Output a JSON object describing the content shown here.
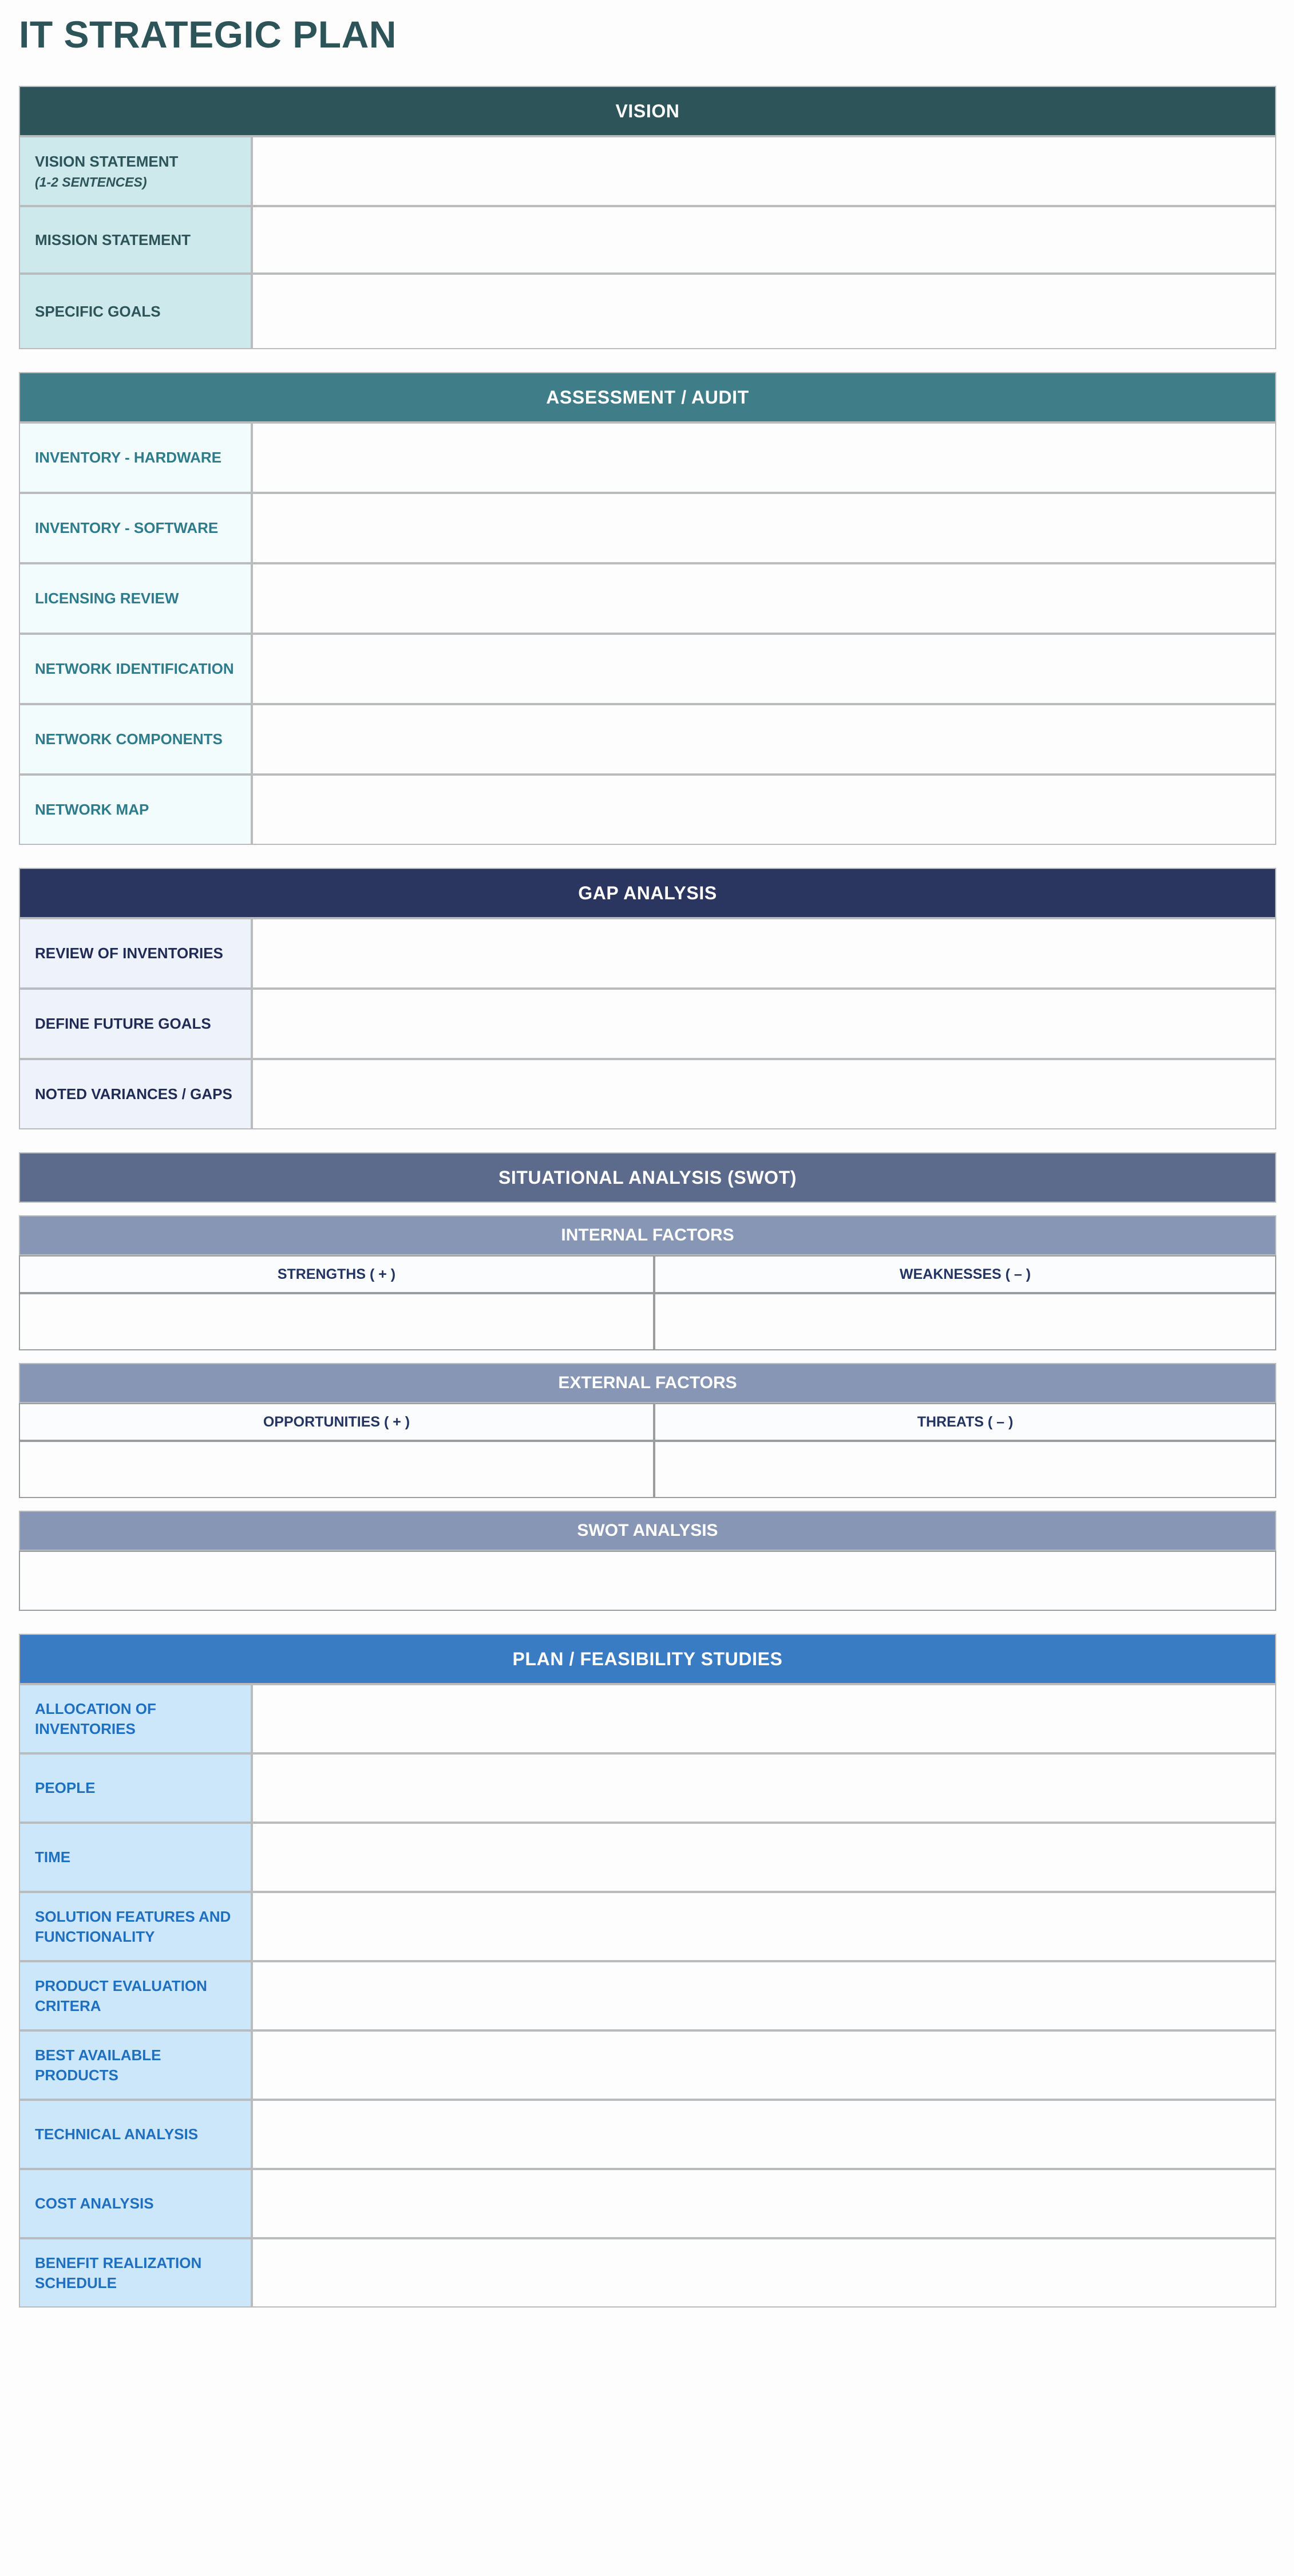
{
  "document": {
    "title": "IT STRATEGIC PLAN"
  },
  "colors": {
    "title_text": "#2C5459",
    "vision_header_bg": "#2C5459",
    "vision_label_bg": "#CDE9EC",
    "assessment_header_bg": "#3F7D88",
    "assessment_label_bg": "#F2FCFD",
    "gap_header_bg": "#2A3560",
    "gap_label_bg": "#EEF2FA",
    "swot_header_bg": "#5C6B8C",
    "swot_subheader_bg": "#8696B4",
    "plan_header_bg": "#3A7CC4",
    "plan_label_bg": "#CDE7FA",
    "border": "#b9bbbd",
    "page_bg": "#fdfdfd"
  },
  "sections": {
    "vision": {
      "header": "VISION",
      "rows": [
        {
          "label": "VISION STATEMENT",
          "sub": "(1-2 SENTENCES)",
          "value": ""
        },
        {
          "label": "MISSION STATEMENT",
          "sub": "",
          "value": ""
        },
        {
          "label": "SPECIFIC GOALS",
          "sub": "",
          "value": ""
        }
      ]
    },
    "assessment": {
      "header": "ASSESSMENT / AUDIT",
      "rows": [
        {
          "label": "INVENTORY - HARDWARE",
          "value": ""
        },
        {
          "label": "INVENTORY - SOFTWARE",
          "value": ""
        },
        {
          "label": "LICENSING REVIEW",
          "value": ""
        },
        {
          "label": "NETWORK IDENTIFICATION",
          "value": ""
        },
        {
          "label": "NETWORK COMPONENTS",
          "value": ""
        },
        {
          "label": "NETWORK MAP",
          "value": ""
        }
      ]
    },
    "gap": {
      "header": "GAP ANALYSIS",
      "rows": [
        {
          "label": "REVIEW OF INVENTORIES",
          "value": ""
        },
        {
          "label": "DEFINE FUTURE GOALS",
          "value": ""
        },
        {
          "label": "NOTED VARIANCES / GAPS",
          "value": ""
        }
      ]
    },
    "swot": {
      "header": "SITUATIONAL ANALYSIS (SWOT)",
      "internal": {
        "header": "INTERNAL FACTORS",
        "left_column": "STRENGTHS ( + )",
        "right_column": "WEAKNESSES ( – )",
        "left_value": "",
        "right_value": ""
      },
      "external": {
        "header": "EXTERNAL FACTORS",
        "left_column": "OPPORTUNITIES ( + )",
        "right_column": "THREATS ( – )",
        "left_value": "",
        "right_value": ""
      },
      "analysis": {
        "header": "SWOT ANALYSIS",
        "value": ""
      }
    },
    "plan": {
      "header": "PLAN / FEASIBILITY STUDIES",
      "rows": [
        {
          "label": "ALLOCATION OF INVENTORIES",
          "value": ""
        },
        {
          "label": "PEOPLE",
          "value": ""
        },
        {
          "label": "TIME",
          "value": ""
        },
        {
          "label": "SOLUTION FEATURES AND FUNCTIONALITY",
          "value": ""
        },
        {
          "label": "PRODUCT EVALUATION CRITERA",
          "value": ""
        },
        {
          "label": "BEST AVAILABLE PRODUCTS",
          "value": ""
        },
        {
          "label": "TECHNICAL ANALYSIS",
          "value": ""
        },
        {
          "label": "COST ANALYSIS",
          "value": ""
        },
        {
          "label": "BENEFIT REALIZATION SCHEDULE",
          "value": ""
        }
      ]
    }
  }
}
